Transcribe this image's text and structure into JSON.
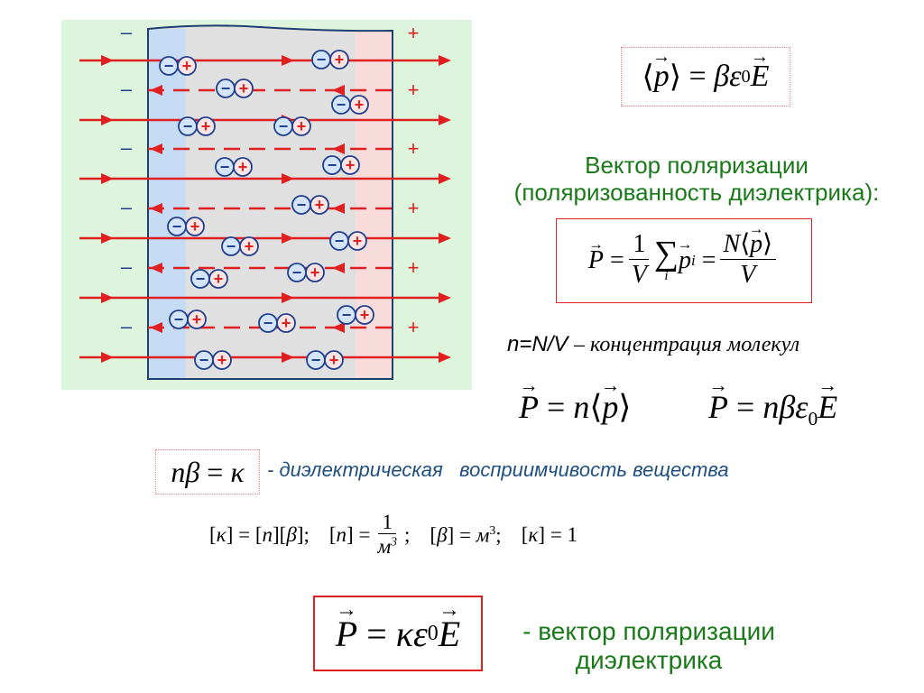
{
  "colors": {
    "title_green": "#1a7a1a",
    "text_blue": "#1f4f7f",
    "red": "#e02020",
    "panel_bg": "#ddf5dd",
    "dielectric_bg": "#e0e0e0",
    "left_strip": "#c6dcf5",
    "right_strip": "#f8dcdc"
  },
  "figure": {
    "minus_sign": "–",
    "plus_sign": "+",
    "dipole_minus": "−",
    "dipole_plus": "+"
  },
  "formulas": {
    "mean_dipole": "⟨p⟩ = βε₀E",
    "polarization_def": "P = (1/V) Σᵢ pᵢ = N⟨p⟩/V",
    "concentration_lhs": "n=N/V",
    "concentration_text": "– концентрация молекул",
    "P_n_p": "P = n⟨p⟩",
    "P_n_beta": "P = nβε₀E",
    "susceptibility_lhs": "nβ = κ",
    "units_line": "[κ] = [n][β];   [n] = 1/м³;   [β] = м³;   [κ] = 1",
    "final": "P = κε₀E"
  },
  "text": {
    "heading_line1": "Вектор поляризации",
    "heading_line2": "(поляризованность диэлектрика):",
    "susceptibility_text": "- диэлектрическая   восприимчивость вещества",
    "final_line1": "- вектор поляризации",
    "final_line2": "диэлектрика"
  }
}
